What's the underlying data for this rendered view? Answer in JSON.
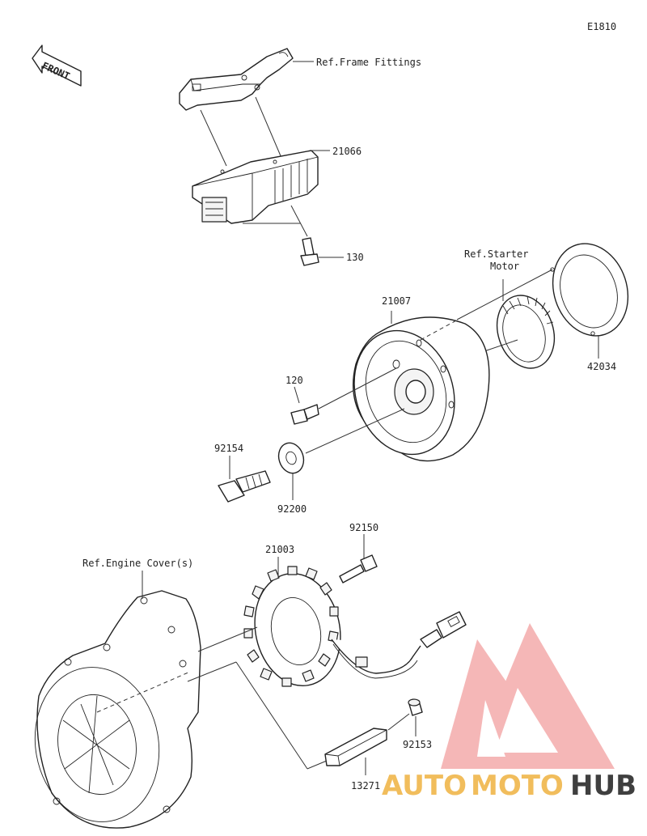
{
  "diagram_code": "E1810",
  "front_label": "FRONT",
  "references": {
    "frame_fittings": "Ref.Frame Fittings",
    "starter_motor_line1": "Ref.Starter",
    "starter_motor_line2": "Motor",
    "engine_covers": "Ref.Engine Cover(s)"
  },
  "parts": {
    "regulator": "21066",
    "regulator_bolt": "130",
    "flywheel": "21007",
    "ring": "42034",
    "flywheel_bolt_small": "120",
    "flywheel_bolt": "92154",
    "washer": "92200",
    "stator": "21003",
    "stator_bolt": "92150",
    "grommet": "92153",
    "bracket": "13271"
  },
  "watermark": {
    "part1": "AUTO",
    "part2": "MOTO",
    "part3": "HUB",
    "color_primary": "#f0b64b",
    "color_secondary": "#2b2b2b",
    "logo_color": "#f2a0a0"
  }
}
